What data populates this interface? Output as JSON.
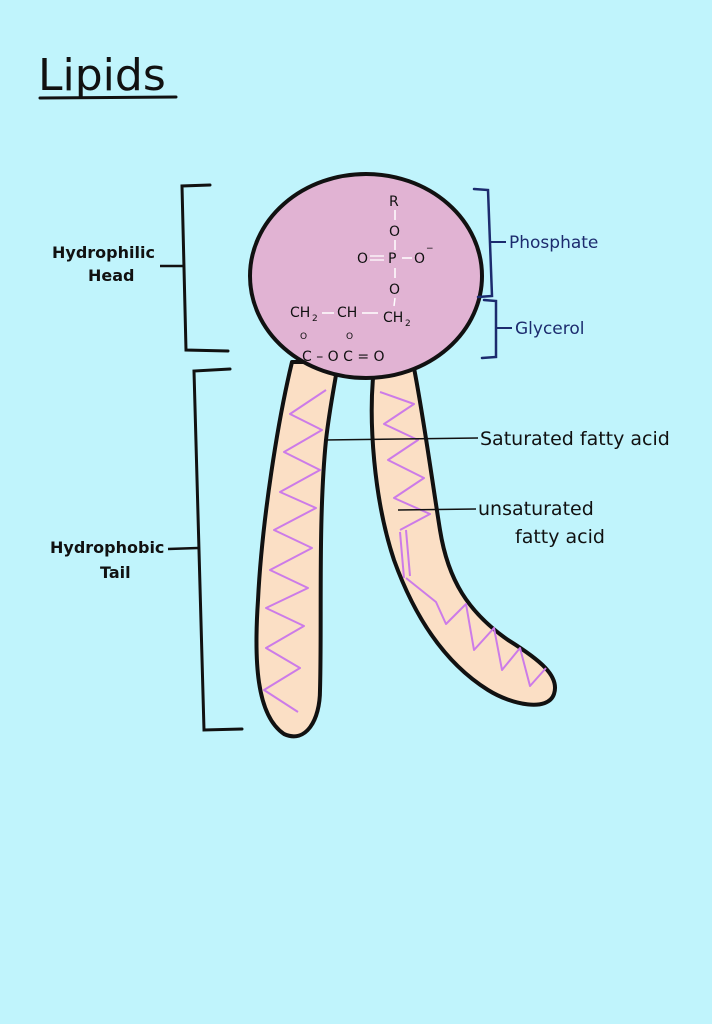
{
  "title": "Lipids",
  "labels": {
    "head_line1": "Hydrophilic",
    "head_line2": "Head",
    "tail_line1": "Hydrophobic",
    "tail_line2": "Tail",
    "phosphate": "Phosphate",
    "glycerol": "Glycerol",
    "saturated": "Saturated fatty acid",
    "unsaturated_line1": "unsaturated",
    "unsaturated_line2": "fatty acid"
  },
  "chemistry": {
    "r_group": "R",
    "o_top": "O",
    "o_left": "O",
    "p": "P",
    "o_right": "O",
    "charge": "−",
    "o_bottom": "O",
    "ch2_left": "CH",
    "ch2_left_sub": "2",
    "ch": "CH",
    "ch2_right": "CH",
    "ch2_right_sub": "2",
    "ester_o_left": "O",
    "ester_o_mid": "O",
    "ester_row": "C – O C = O",
    "ester_c": "C",
    "ester_o": "O",
    "ester_c2": "C",
    "ester_o2": "O"
  },
  "colors": {
    "background": "#c0f4fc",
    "head_fill": "#e1b3d3",
    "tail_fill": "#fbdfc5",
    "zigzag": "#cc7be8",
    "blue_text": "#1c2b6e",
    "outline": "#111111"
  }
}
